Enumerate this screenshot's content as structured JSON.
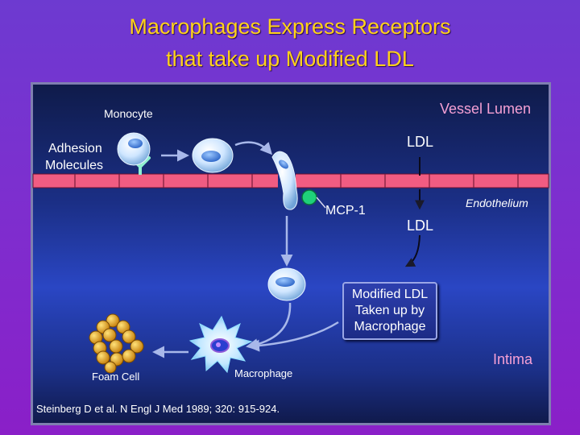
{
  "title": {
    "line1": "Macrophages Express Receptors",
    "line2": "that take up Modified LDL"
  },
  "labels": {
    "monocyte": "Monocyte",
    "vessel_lumen": "Vessel Lumen",
    "adhesion_line1": "Adhesion",
    "adhesion_line2": "Molecules",
    "ldl_top": "LDL",
    "mcp1": "MCP-1",
    "endothelium": "Endothelium",
    "ldl_mid": "LDL",
    "modified_line1": "Modified LDL",
    "modified_line2": "Taken up by",
    "modified_line3": "Macrophage",
    "foam_cell": "Foam Cell",
    "macrophage": "Macrophage",
    "intima": "Intima",
    "citation": "Steinberg D et al. N Engl J Med 1989; 320: 915-924."
  },
  "colors": {
    "title": "#ffd21a",
    "accent_pink": "#f5a0d4",
    "endothelium_band": "#f15c82",
    "cell_light": "#cfe6ff",
    "foam_gold": "#e7a616"
  }
}
